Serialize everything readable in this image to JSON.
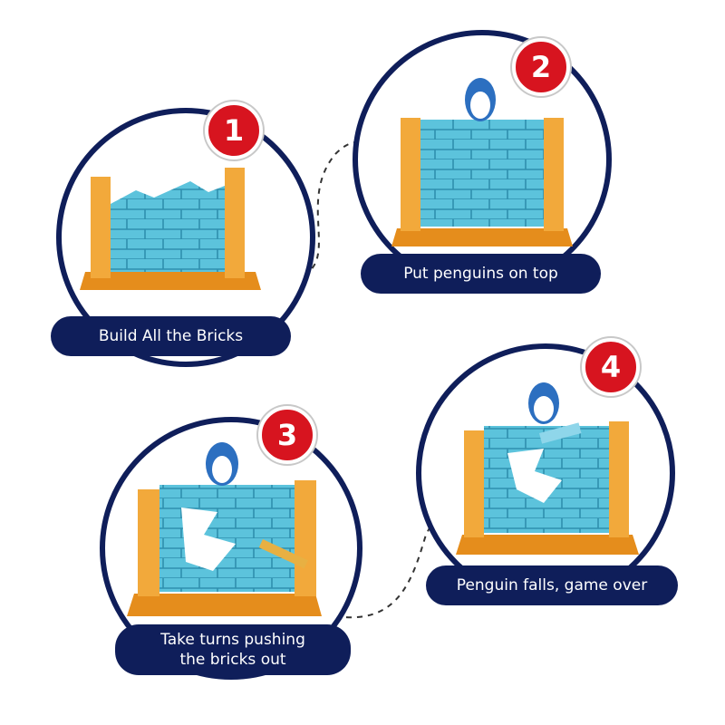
{
  "steps": [
    {
      "number": "1",
      "caption": "Build All the Bricks"
    },
    {
      "number": "2",
      "caption": "Put penguins on top"
    },
    {
      "number": "3",
      "caption_line1": "Take turns pushing",
      "caption_line2": "the bricks out"
    },
    {
      "number": "4",
      "caption": "Penguin falls, game over"
    }
  ],
  "colors": {
    "navy": "#0f1e5a",
    "badge_red": "#d7141f",
    "frame_orange": "#f2a93b",
    "brick_blue": "#5cc3dc"
  }
}
